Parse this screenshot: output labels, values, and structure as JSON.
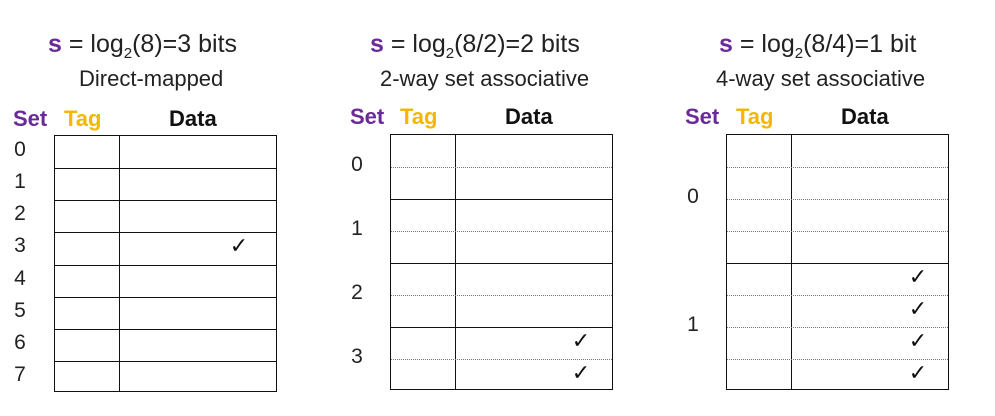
{
  "panels": [
    {
      "formula_prefix": "s",
      "formula_middle": " = log",
      "formula_sub": "2",
      "formula_suffix": "(8)=3 bits",
      "subtitle": "Direct-mapped",
      "hdr_set": "Set",
      "hdr_tag": "Tag",
      "hdr_data": "Data",
      "sets": [
        "0",
        "1",
        "2",
        "3",
        "4",
        "5",
        "6",
        "7"
      ],
      "ways": 1,
      "checks": "✓"
    },
    {
      "formula_prefix": "s",
      "formula_middle": " = log",
      "formula_sub": "2",
      "formula_suffix": "(8/2)=2 bits",
      "subtitle": "2-way set associative",
      "hdr_set": "Set",
      "hdr_tag": "Tag",
      "hdr_data": "Data",
      "sets": [
        "0",
        "1",
        "2",
        "3"
      ],
      "ways": 2,
      "checks": "✓"
    },
    {
      "formula_prefix": "s",
      "formula_middle": " = log",
      "formula_sub": "2",
      "formula_suffix": "(8/4)=1 bit",
      "subtitle": "4-way set associative",
      "hdr_set": "Set",
      "hdr_tag": "Tag",
      "hdr_data": "Data",
      "sets": [
        "0",
        "1"
      ],
      "ways": 4,
      "checks": "✓"
    }
  ],
  "valid_lines": [
    [
      3
    ],
    [
      6,
      7
    ],
    [
      4,
      5,
      6,
      7
    ]
  ]
}
